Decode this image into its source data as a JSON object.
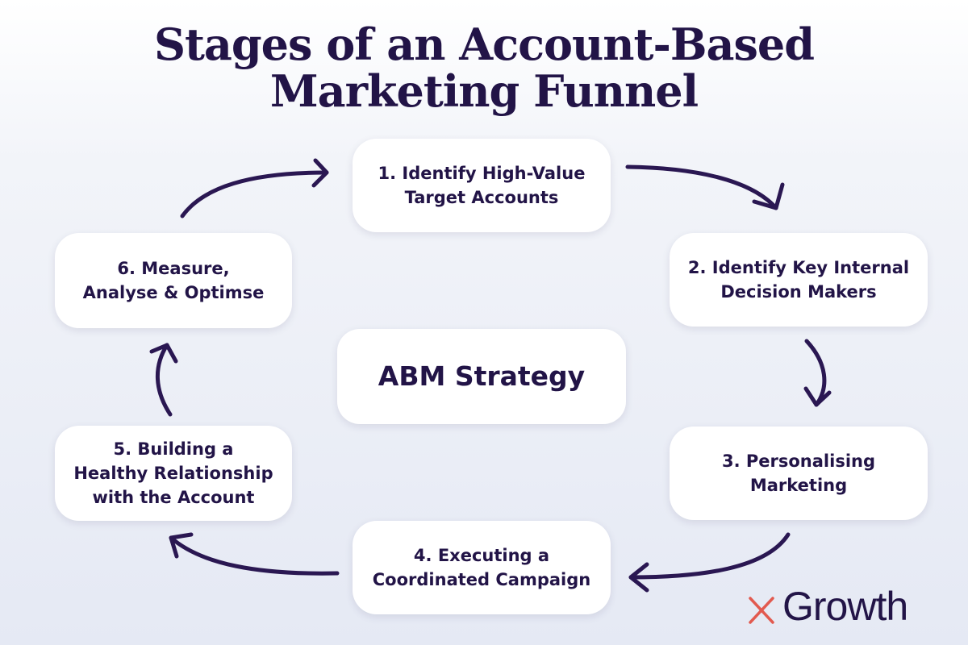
{
  "title": {
    "line1": "Stages of an Account-Based",
    "line2": "Marketing Funnel"
  },
  "center": {
    "label": "ABM Strategy"
  },
  "stages": [
    {
      "label": "1. Identify High-Value\nTarget Accounts"
    },
    {
      "label": "2. Identify Key Internal\nDecision Makers"
    },
    {
      "label": "3. Personalising\nMarketing"
    },
    {
      "label": "4. Executing a\nCoordinated Campaign"
    },
    {
      "label": "5. Building a\nHealthy Relationship\nwith the Account"
    },
    {
      "label": "6. Measure,\nAnalyse & Optimse"
    }
  ],
  "logo": {
    "text": "Growth",
    "icon": "x-mark-icon",
    "accent_color": "#e25a4f"
  },
  "colors": {
    "primary": "#221447",
    "arrow": "#2a1752",
    "background_top": "#ffffff",
    "background_bottom": "#e5e9f4"
  }
}
